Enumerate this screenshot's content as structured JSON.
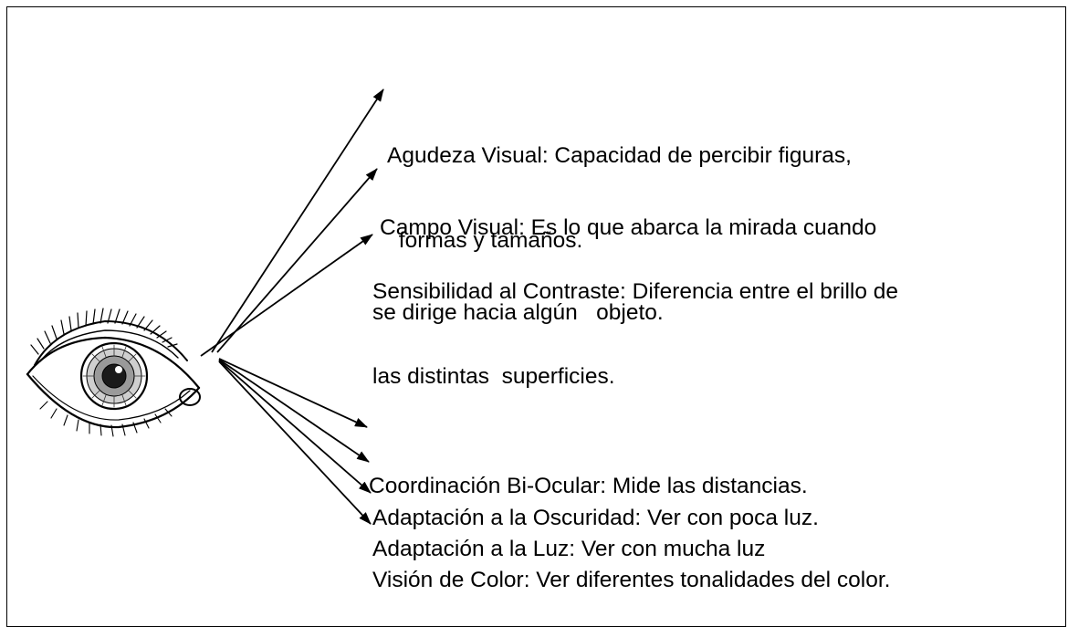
{
  "diagram": {
    "upper_items": [
      {
        "lines": [
          "Agudeza Visual: Capacidad de percibir figuras,",
          " formas y tamaños."
        ]
      },
      {
        "lines": [
          "Campo Visual: Es lo que abarca la mirada cuando",
          "se dirige hacia algún   objeto."
        ]
      },
      {
        "lines": [
          "Sensibilidad al Contraste: Diferencia entre el brillo de",
          "las distintas  superficies."
        ]
      }
    ],
    "lower_items": [
      {
        "lines": [
          "Coordinación Bi-Ocular: Mide las distancias."
        ]
      },
      {
        "lines": [
          "Adaptación a la Oscuridad: Ver con poca luz."
        ]
      },
      {
        "lines": [
          "Adaptación a la Luz: Ver con mucha luz"
        ]
      },
      {
        "lines": [
          "Visión de Color: Ver diferentes tonalidades del color."
        ]
      }
    ],
    "eye": {
      "icon": "eye-icon"
    },
    "colors": {
      "ink": "#000000",
      "background": "#ffffff"
    }
  }
}
